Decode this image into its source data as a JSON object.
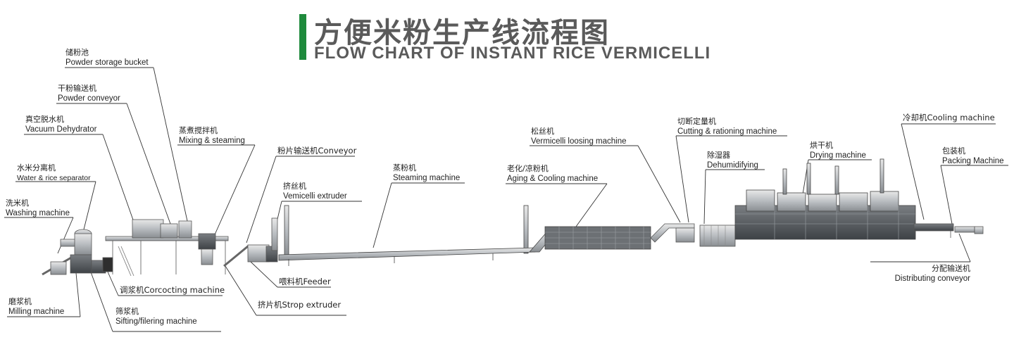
{
  "title": {
    "cn": "方便米粉生产线流程图",
    "en": "FLOW CHART OF INSTANT RICE VERMICELLI",
    "accent_color": "#1e8a3c"
  },
  "labels": {
    "powder_storage": {
      "cn": "储粉池",
      "en": "Powder storage bucket"
    },
    "powder_conveyor": {
      "cn": "干粉输送机",
      "en": "Powder conveyor"
    },
    "vacuum_dehydrator": {
      "cn": "真空脱水机",
      "en": "Vacuum Dehydrator"
    },
    "mixing_steaming": {
      "cn": "蒸煮搅拌机",
      "en": "Mixing  & steaming"
    },
    "water_rice_separator": {
      "cn": "水米分离机",
      "en": "Water & rice separator"
    },
    "washing_machine": {
      "cn": "洗米机",
      "en": "Washing machine"
    },
    "flake_conveyor": {
      "text": "粉片输送机Conveyor"
    },
    "vermicelli_extruder": {
      "cn": "挤丝机",
      "en": "Vemicelli extruder"
    },
    "steaming_machine": {
      "cn": "蒸粉机",
      "en": "Steaming machine"
    },
    "aging_cooling": {
      "cn": "老化/凉粉机",
      "en": "Aging & Cooling machine"
    },
    "loosing_machine": {
      "cn": "松丝机",
      "en": "Vermicelli loosing machine"
    },
    "cutting_rationing": {
      "cn": "切断定量机",
      "en": "Cutting & rationing machine"
    },
    "dehumidifying": {
      "cn": "除湿器",
      "en": "Dehumidifying"
    },
    "drying_machine": {
      "cn": "烘干机",
      "en": "Drying machine"
    },
    "cooling_machine": {
      "text": "冷却机Cooling machine"
    },
    "packing_machine": {
      "cn": "包装机",
      "en": "Packing Machine"
    },
    "distributing_conveyor": {
      "cn": "分配输送机",
      "en": "Distributing conveyor"
    },
    "feeder": {
      "text": "喂料机Feeder"
    },
    "strop_extruder": {
      "text": "挤片机Strop extruder"
    },
    "corcocting_machine": {
      "text": "调浆机Corcocting machine"
    },
    "milling_machine": {
      "cn": "磨浆机",
      "en": "Milling machine"
    },
    "sifting_machine": {
      "cn": "筛浆机",
      "en": "Sifting/filering machine"
    }
  }
}
